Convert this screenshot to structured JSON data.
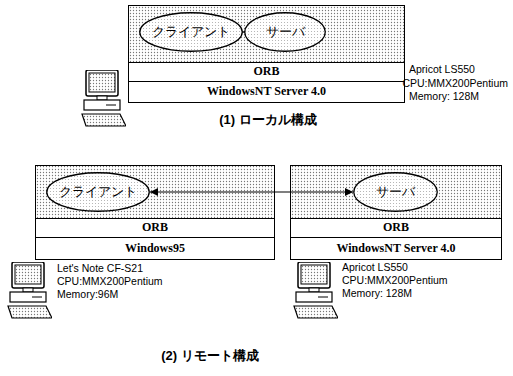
{
  "diagram": {
    "nodes": [
      {
        "text": []
      },
      {
        "text": [
          "クライアント"
        ],
        "in": 0
      },
      {
        "text": [
          "サーバ"
        ],
        "in": 0
      },
      {
        "text": [
          "ORB"
        ],
        "in": 0
      },
      {
        "text": [
          "WindowsNT Server 4.0"
        ],
        "in": 0
      },
      {
        "text": []
      },
      {
        "text": [
          "クライアント"
        ],
        "in": 5
      },
      {
        "text": [
          "ORB"
        ],
        "in": 5
      },
      {
        "text": [
          "Windows95"
        ],
        "in": 5
      },
      {
        "text": []
      },
      {
        "text": [
          "サーバ"
        ],
        "in": 9
      },
      {
        "text": [
          "ORB"
        ],
        "in": 9
      },
      {
        "text": [
          "WindowsNT Server 4.0"
        ],
        "in": 9
      }
    ],
    "edges": [
      {
        "from": 1,
        "to": 2,
        "arrow": "both"
      },
      {
        "from": 6,
        "to": 10,
        "arrow": "both"
      }
    ],
    "labels": [
      "Apricot LS550",
      "CPU:MMX200Pentium",
      "Memory: 128M",
      "(1) ローカル構成",
      "Let's Note CF-S21",
      "CPU:MMX200Pentium",
      "Memory:96M",
      "Apricot LS550",
      "CPU:MMX200Pentium",
      "Memory: 128M",
      "(2) リモート構成"
    ]
  }
}
